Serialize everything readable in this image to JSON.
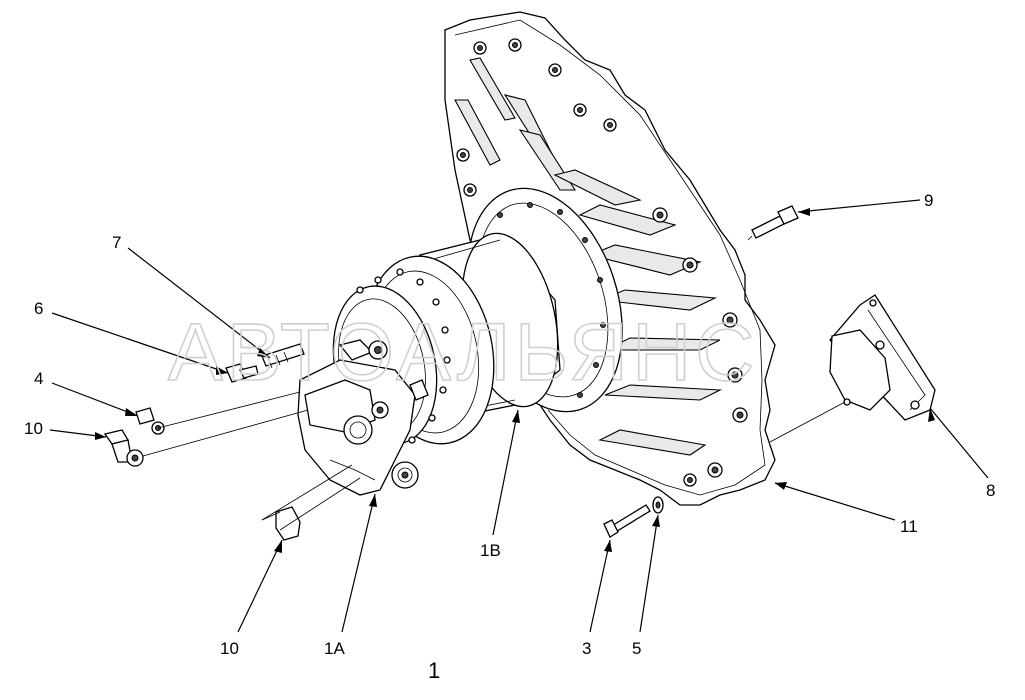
{
  "diagram": {
    "title_number": "1",
    "watermark": "АВТОАЛЬЯНС",
    "callouts": {
      "c7": "7",
      "c6": "6",
      "c4": "4",
      "c10a": "10",
      "c10b": "10",
      "c1A": "1A",
      "c1B": "1B",
      "c3": "3",
      "c5": "5",
      "c9": "9",
      "c8": "8",
      "c11": "11"
    }
  },
  "colors": {
    "line": "#000000",
    "watermark": "#cfcfcf",
    "background": "#ffffff"
  }
}
